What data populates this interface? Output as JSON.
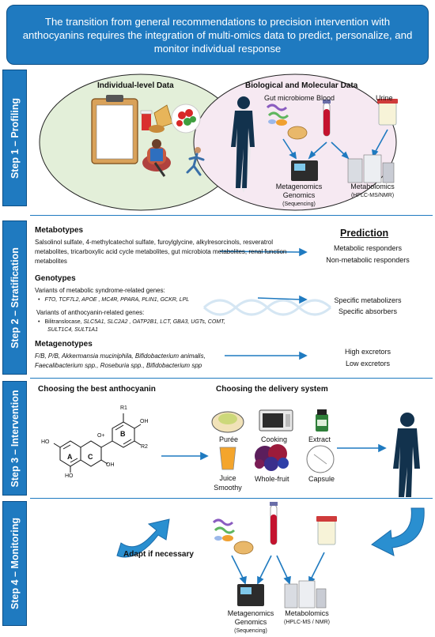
{
  "header": {
    "text": "The transition from general recommendations to precision intervention with anthocyanins requires the integration of multi-omics data to predict, personalize, and monitor individual response"
  },
  "steps": {
    "step1": "Step 1 – Profiling",
    "step2": "Step 2 – Stratification",
    "step3": "Step 3 – Intervention",
    "step4": "Step 4 – Monitoring"
  },
  "profiling": {
    "individual_title": "Individual-level Data",
    "bio_title": "Biological and Molecular Data",
    "gut": "Gut microbiome",
    "blood": "Blood",
    "urine": "Urine",
    "metagenomics": "Metagenomics",
    "genomics": "Genomics",
    "sequencing": "(Sequencing)",
    "metabolomics": "Metabolomics",
    "hplc": "(HPLC-MS/NMR)"
  },
  "stratification": {
    "metabotypes_title": "Metabotypes",
    "metabotypes_text": "Salsolinol sulfate, 4-methylcatechol sulfate, furoylglycine, alkylresorcinols, resveratrol metabolites, tricarboxylic acid cycle metabolites, gut microbiota metabolites, renal function metabolites",
    "prediction_title": "Prediction",
    "metabolic_responders": "Metabolic responders",
    "non_metabolic_responders": "Non-metabolic responders",
    "genotypes_title": "Genotypes",
    "variants_metabolic": "Variants of metabolic syndrome-related genes:",
    "genes_metabolic": "FTO, TCF7L2, APOE , MC4R, PPARA, PLIN1, GCKR, LPL",
    "variants_antho": "Variants of anthocyanin-related genes:",
    "genes_antho_1a": "Bilitranslocase, ",
    "genes_antho_1b": "SLC5A1, SLC2A2 , OATP2B1, LCT, GBA3, UGTs, COMT,",
    "genes_antho_2": "SULT1C4, SULT1A1",
    "specific_metabolizers": "Specific metabolizers",
    "specific_absorbers": "Specific absorbers",
    "metagenotypes_title": "Metagenotypes",
    "meta_line1a": "F/B, P/B, ",
    "meta_line1b": "Akkermansia muciniphila, Bifidobacterium animalis,",
    "meta_line2": "Faecalibacterium spp., Roseburia spp., Bifidobacterium spp",
    "high_excretors": "High excretors",
    "low_excretors": "Low excretors"
  },
  "intervention": {
    "best_title": "Choosing the best anthocyanin",
    "delivery_title": "Choosing the delivery system",
    "puree": "Purée",
    "cooking": "Cooking",
    "extract": "Extract",
    "juice": "Juice",
    "smoothy": "Smoothy",
    "whole_fruit": "Whole-fruit",
    "capsule": "Capsule",
    "mol": {
      "A": "A",
      "B": "B",
      "C": "C",
      "R1": "R1",
      "R2": "R2",
      "OH": "OH",
      "HO": "HO",
      "O": "O+"
    }
  },
  "monitoring": {
    "adapt": "Adapt if necessary",
    "metagenomics": "Metagenomics",
    "genomics": "Genomics",
    "sequencing": "(Sequencing)",
    "metabolomics": "Metabolomics",
    "hplc": "(HPLC-MS / NMR)"
  },
  "colors": {
    "blue": "#1f7ac0",
    "dark_blue": "#0d4f86",
    "green_ellipse": "#e3efd9",
    "pink_ellipse": "#f6e9f2",
    "silhouette": "#12324d"
  }
}
